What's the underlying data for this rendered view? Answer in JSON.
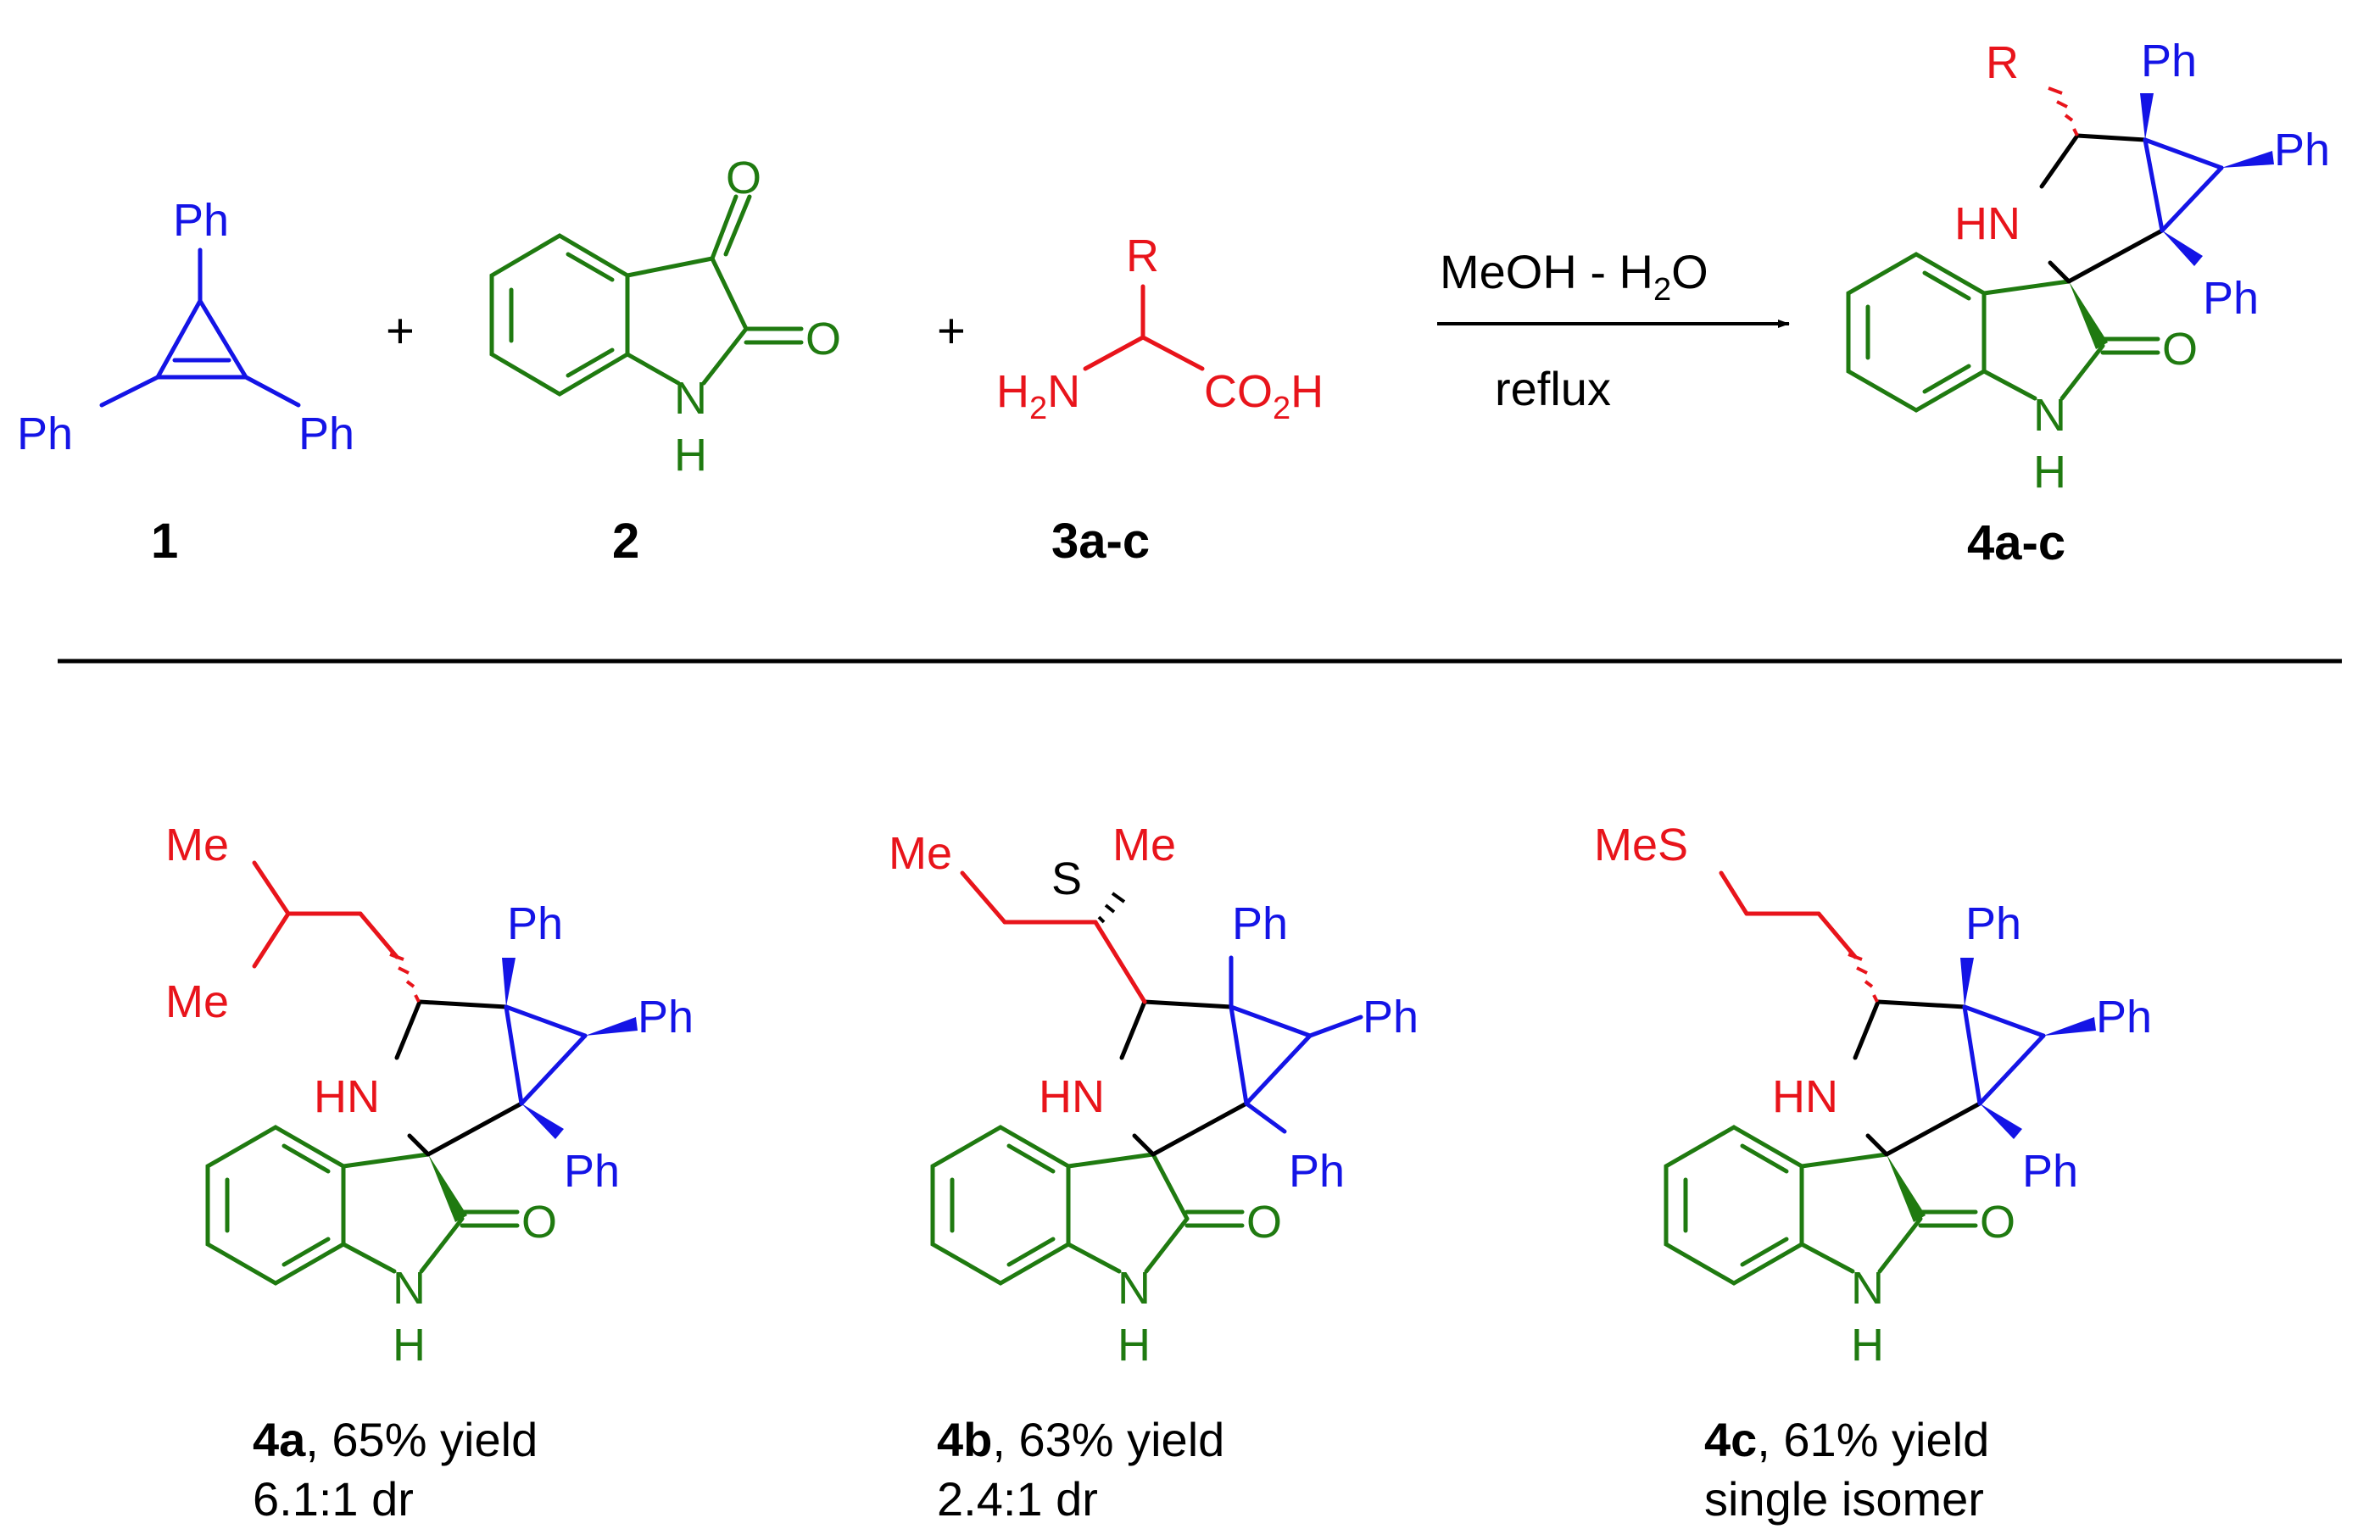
{
  "colors": {
    "blue": "#1414e6",
    "green": "#1f7a10",
    "red": "#e8141b",
    "black": "#000000"
  },
  "atoms": {
    "ph": "Ph",
    "o": "O",
    "n": "N",
    "h": "H",
    "r": "R",
    "hn": "HN",
    "me": "Me",
    "s": "S",
    "mes": "MeS",
    "h2n_h": "H",
    "h2n_sub": "2",
    "h2n_n": "N",
    "co2h_co": "CO",
    "co2h_sub": "2",
    "co2h_h": "H"
  },
  "reaction": {
    "plus": "+",
    "conditions_top_a": "MeOH - H",
    "conditions_top_sub": "2",
    "conditions_top_b": "O",
    "conditions_bottom": "reflux"
  },
  "compounds": {
    "c1": "1",
    "c2": "2",
    "c3": "3a-c",
    "c4": "4a-c"
  },
  "products": [
    {
      "id": "4a",
      "yield": ", 65% yield",
      "selectivity": "6.1:1 dr"
    },
    {
      "id": "4b",
      "yield": ", 63% yield",
      "selectivity": "2.4:1 dr"
    },
    {
      "id": "4c",
      "yield": ", 61% yield",
      "selectivity": "single isomer"
    }
  ]
}
